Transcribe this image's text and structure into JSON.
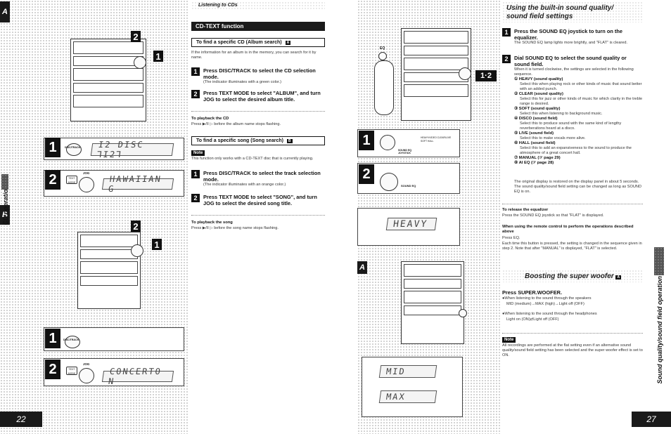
{
  "left": {
    "section_tab_a": "A",
    "section_tab_b": "B",
    "header": "Listening to CDs",
    "banner": "CD-TEXT function",
    "vertical_label": "CD operations",
    "page_number": "22",
    "album": {
      "box_title": "To find a specific CD (Album search)",
      "box_tag": "A",
      "intro": "If the information for an album is in the memory, you can search for it by name.",
      "steps": [
        {
          "num": "1",
          "title": "Press DISC/TRACK to select the CD selection mode.",
          "note": "(The indicator illuminates with a green color.)"
        },
        {
          "num": "2",
          "title": "Press TEXT MODE to select \"ALBUM\", and turn JOG to select the desired album title.",
          "note": ""
        }
      ],
      "playback_title": "To playback the CD",
      "playback_text": "Press ▶/II ▷ before the album name stops flashing."
    },
    "song": {
      "box_title": "To find a specific song (Song search)",
      "box_tag": "B",
      "note_tag": "Note",
      "intro": "This function only works with a CD-TEXT disc that is currently playing.",
      "steps": [
        {
          "num": "1",
          "title": "Press DISC/TRACK to select the track selection mode.",
          "note": "(The indicator illuminates with an orange color.)"
        },
        {
          "num": "2",
          "title": "Press TEXT MODE to select \"SONG\", and turn JOG to select the desired song title.",
          "note": ""
        }
      ],
      "playback_title": "To playback the song",
      "playback_text": "Press ▶/II ▷ before the song name stops flashing."
    },
    "fig": {
      "callout_2": "2",
      "callout_1": "1",
      "step1": "1",
      "step2": "2",
      "disc_track_label": "DISC/TRACK",
      "text_mode_label": "TEXT MODE",
      "jog_label": "JOG",
      "lcd_a1": "I2 DISC  ⅂I2⅂",
      "lcd_a2": "HAWAIIAN G",
      "lcd_b2": "CONCERTO N"
    }
  },
  "right": {
    "section_tab_a": "A",
    "header_line1": "Using the built-in sound quality/",
    "header_line2": "sound field settings",
    "vertical_label": "Sound quality/sound field operation",
    "page_number": "27",
    "steps": [
      {
        "num": "1",
        "title": "Press the SOUND EQ joystick to turn on the equalizer.",
        "note": "The SOUND EQ lamp lights more brightly, and \"FLAT\" is cleared."
      },
      {
        "num": "2",
        "title": "Dial SOUND EQ to select the sound quality or sound field.",
        "note": "When it is turned clockwise, the settings are selected in the following sequence."
      }
    ],
    "eq_list": [
      {
        "label": "① HEAVY (sound quality)",
        "desc": "Select this when playing rock or other kinds of music that sound better with an added punch."
      },
      {
        "label": "② CLEAR (sound quality)",
        "desc": "Select this for jazz or other kinds of music for which clarity in the treble range is desired."
      },
      {
        "label": "③ SOFT (sound quality)",
        "desc": "Select this when listening to background music."
      },
      {
        "label": "④ DISCO (sound field)",
        "desc": "Select this to produce sound with the same kind of lengthy reverberations heard at a disco."
      },
      {
        "label": "⑤ LIVE (sound field)",
        "desc": "Select this to make vocals more alive."
      },
      {
        "label": "⑥ HALL (sound field)",
        "desc": "Select this to add an expansiveness to the sound to produce the atmosphere of a great concert hall."
      },
      {
        "label": "⑦ MANUAL (☞ page 29)",
        "desc": ""
      },
      {
        "label": "⑧ AI EQ (☞ page 28)",
        "desc": ""
      }
    ],
    "eq_after": "The original display is restored on the display panel in about 5 seconds. The sound quality/sound field setting can be changed as long as SOUND EQ is on.",
    "release_title": "To release the equalizer",
    "release_text": "Press the SOUND EQ joystick so that \"FLAT\" is displayed.",
    "remote_title": "When using the remote control to perform the operations described above",
    "remote_text1": "Press EQ.",
    "remote_text2": "Each time this button is pressed, the setting is changed in the sequence given in step 2. Note that after \"MANUAL\" is displayed, \"FLAT\" is selected.",
    "woofer_banner": "Boosting the super woofer",
    "woofer_tag": "A",
    "woofer_press": "Press SUPER.WOOFER.",
    "woofer_speakers_label": "●When listening to the sound through the speakers",
    "woofer_speakers_seq": "MID (medium)→MAX (high)→Light off (OFF)",
    "woofer_phones_label": "●When listening to the sound through the headphones",
    "woofer_phones_seq": "Light on (ON)⇄Light off (OFF)",
    "note_tag": "Note",
    "note_text": "All recordings are performed at the flat setting even if an alternative sound quality/sound field setting has been selected and the super woofer effect is set to ON.",
    "fig": {
      "callout_12": "1·2",
      "step1": "1",
      "step2": "2",
      "eq_label": "EQ",
      "lcd_eq": "HEAVY",
      "lcd_w1": "MID",
      "lcd_w2": "MAX",
      "sound_eq_label": "SOUND EQ",
      "joystick_label": "SOUND EQ JOYSTICK",
      "side_labels": "HEAVY/VIDEO  CLEAR/LIVE  SOFT  HALL"
    }
  }
}
